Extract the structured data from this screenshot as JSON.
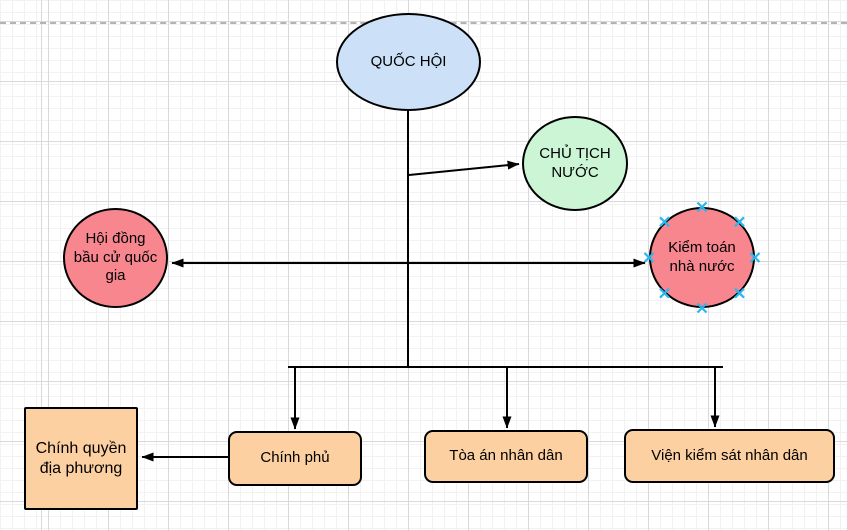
{
  "colors": {
    "blue_fill": "#cce0f7",
    "green_fill": "#ccf5d5",
    "red_fill": "#f8868f",
    "orange_fill": "#fcd0a1",
    "stroke": "#000000",
    "connection_point": "#29b6f2",
    "grid_minor": "#f2f2f2",
    "grid_major": "#d9d9d9",
    "page_border": "#b3b3b3"
  },
  "nodes": {
    "quoc_hoi": {
      "label": "QUỐC HỘI",
      "shape": "ellipse",
      "fill": "blue"
    },
    "chu_tich_nuoc": {
      "label": "CHỦ TỊCH\nNƯỚC",
      "shape": "circle",
      "fill": "green"
    },
    "hoi_dong_bau_cu": {
      "label": "Hội đồng\nbầu cử quốc\ngia",
      "shape": "circle",
      "fill": "red"
    },
    "kiem_toan": {
      "label": "Kiểm toán\nnhà nước",
      "shape": "circle",
      "fill": "red",
      "selected": true
    },
    "chinh_phu": {
      "label": "Chính phủ",
      "shape": "rounded-rect",
      "fill": "orange"
    },
    "toa_an": {
      "label": "Tòa án nhân dân",
      "shape": "rounded-rect",
      "fill": "orange"
    },
    "vien_kiem_sat": {
      "label": "Viện kiểm sát nhân dân",
      "shape": "rounded-rect",
      "fill": "orange"
    },
    "chinh_quyen_dia_phuong": {
      "label": "Chính quyền\nđịa phương",
      "shape": "rect",
      "fill": "orange"
    }
  },
  "edges": [
    {
      "from": "quoc_hoi",
      "to": "distribution-junction",
      "arrow": "none"
    },
    {
      "from": "quoc_hoi_trunk",
      "to": "chu_tich_nuoc",
      "arrow": "end"
    },
    {
      "from": "hoi_dong_bau_cu",
      "to": "kiem_toan",
      "arrow": "both"
    },
    {
      "from": "distribution-line",
      "to": "chinh_phu",
      "arrow": "end"
    },
    {
      "from": "distribution-line",
      "to": "toa_an",
      "arrow": "end"
    },
    {
      "from": "distribution-line",
      "to": "vien_kiem_sat",
      "arrow": "end"
    },
    {
      "from": "chinh_phu",
      "to": "chinh_quyen_dia_phuong",
      "arrow": "end"
    }
  ]
}
